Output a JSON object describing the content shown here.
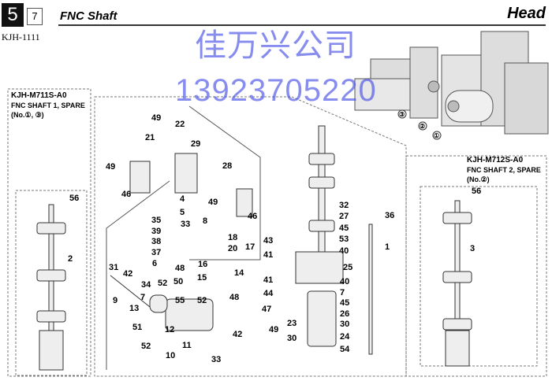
{
  "header": {
    "section": "5",
    "subsection": "7",
    "title": "FNC Shaft",
    "category": "Head",
    "model": "KJH-1111"
  },
  "watermark": {
    "company": "佳万兴公司",
    "phone": "13923705220"
  },
  "kits": [
    {
      "part_no": "KJH-M711S-A0",
      "name": "FNC SHAFT 1, SPARE",
      "nos": "(No.①, ③)"
    },
    {
      "part_no": "KJH-M712S-A0",
      "name": "FNC SHAFT 2, SPARE",
      "nos": "(No.②)"
    }
  ],
  "overview_markers": [
    "③",
    "②",
    "①"
  ],
  "callouts": [
    "56",
    "2",
    "49",
    "22",
    "21",
    "29",
    "49",
    "28",
    "46",
    "4",
    "49",
    "46",
    "5",
    "35",
    "33",
    "8",
    "39",
    "18",
    "38",
    "20",
    "17",
    "37",
    "6",
    "16",
    "14",
    "31",
    "42",
    "15",
    "48",
    "50",
    "34",
    "52",
    "48",
    "9",
    "7",
    "13",
    "55",
    "52",
    "51",
    "12",
    "11",
    "52",
    "42",
    "10",
    "33",
    "36",
    "1",
    "32",
    "27",
    "45",
    "53",
    "40",
    "43",
    "41",
    "25",
    "41",
    "40",
    "44",
    "7",
    "45",
    "47",
    "26",
    "49",
    "23",
    "30",
    "30",
    "24",
    "54",
    "56",
    "3"
  ]
}
